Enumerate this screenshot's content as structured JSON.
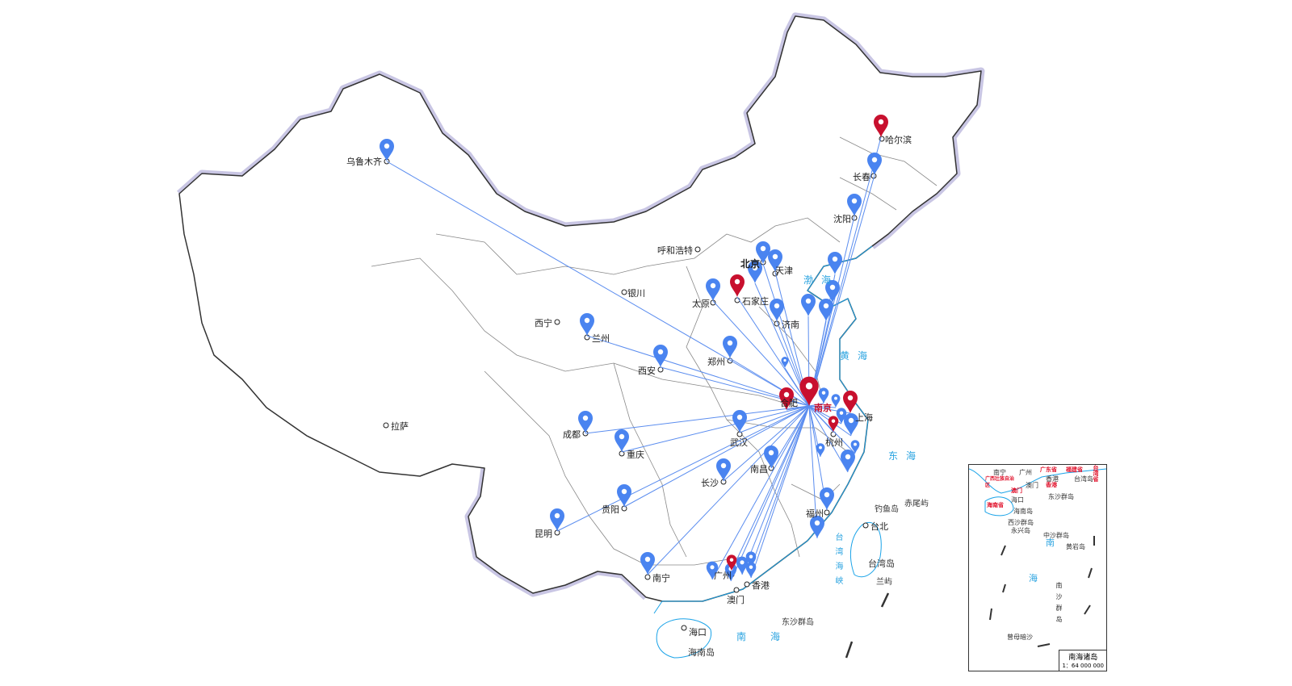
{
  "map": {
    "accent_line": "#5b8def",
    "pin_blue": "#4a84f0",
    "pin_red": "#c8102e",
    "hub": "南京",
    "cities": [
      "乌鲁木齐",
      "哈尔滨",
      "长春",
      "沈阳",
      "呼和浩特",
      "北京",
      "天津",
      "银川",
      "石家庄",
      "太原",
      "济南",
      "西宁",
      "兰州",
      "郑州",
      "西安",
      "合肥",
      "上海",
      "杭州",
      "拉萨",
      "成都",
      "武汉",
      "重庆",
      "南昌",
      "长沙",
      "贵阳",
      "福州",
      "台北",
      "昆明",
      "南宁",
      "广州",
      "香港",
      "澳门",
      "海口"
    ],
    "islands": [
      "钓鱼岛",
      "赤尾屿",
      "台湾岛",
      "兰屿",
      "东沙群岛",
      "海南岛"
    ],
    "seas": [
      "渤海",
      "黄海",
      "东海",
      "台湾海峡",
      "南海"
    ]
  },
  "inset": {
    "title": "南海诸岛",
    "scale": "1：64 000 000",
    "labels": [
      "南宁",
      "广州",
      "香港",
      "澳门",
      "海口",
      "台湾岛",
      "东沙群岛",
      "海南岛",
      "西沙群岛",
      "永兴岛",
      "中沙群岛",
      "黄岩岛",
      "南沙群岛",
      "曾母暗沙"
    ],
    "red_labels": [
      "广东省",
      "福建省",
      "台湾省",
      "广西壮族自治区",
      "香港",
      "澳门",
      "海南省"
    ],
    "seas": [
      "南",
      "海"
    ]
  }
}
